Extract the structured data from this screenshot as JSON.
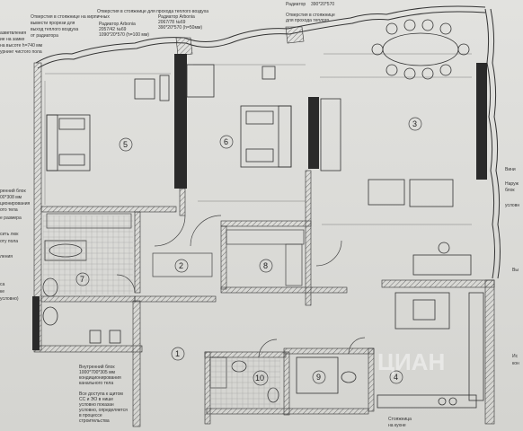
{
  "annotations": {
    "top_left_1": "Отверстия в стояжнице на кирпичных",
    "top_left_2": "вывести прорези для",
    "top_left_3": "выход теплого воздуха",
    "top_left_4": "от радиатора",
    "top_mid_1": "Отверстия в стояжнице для прохода теплого воздуха",
    "top_mid_2": "Радиатор Arbonia",
    "top_mid_3": "2057/42 №69",
    "top_mid_4": "1090*20*570 (h=100 мм)",
    "top_mid_5": "Радиатор Arbonia",
    "top_mid_6": "2067/78 №69",
    "top_mid_7": "390*20*570 (h=50мм)",
    "top_right_1": "Отверстия в стояжнице",
    "top_right_2": "для прохода теплого",
    "top_right_3": "Радиатор",
    "top_right_4": "390*20*570",
    "left_1": "азветвления",
    "left_2": "ие на замке",
    "left_3": "на высоте h=740 мм",
    "left_4": "урнинг чистого пола",
    "left_5": "ренний блок",
    "left_6": "00*308 мм",
    "left_7": "ционирования",
    "left_8": "ото тела",
    "left_9": "е размера",
    "left_10": "сить люк",
    "left_11": "оту пола",
    "left_12": "ления",
    "left_13": "са",
    "left_14": "ке",
    "left_15": "условно)",
    "mid_left_1": "Внутренний блок",
    "mid_left_2": "1000*700*305 мм",
    "mid_left_3": "кондиционирования",
    "mid_left_4": "канального тела",
    "mid_left_5": "Все доступа к щитом",
    "mid_left_6": "СС и ЭО в нише",
    "mid_left_7": "условно показан",
    "mid_left_8": "условно, определяется",
    "mid_left_9": "в процессе",
    "mid_left_10": "строительства",
    "bottom_1": "Стояжница",
    "bottom_2": "на кухне",
    "right_1": "Вини",
    "right_2": "Наруж",
    "right_3": "блок",
    "right_4": "условн",
    "right_5": "Вы",
    "right_6": "Ис",
    "right_7": "кон"
  },
  "room_numbers": [
    "1",
    "2",
    "3",
    "4",
    "5",
    "6",
    "7",
    "8",
    "9",
    "10"
  ],
  "watermark": "ЦИАН"
}
